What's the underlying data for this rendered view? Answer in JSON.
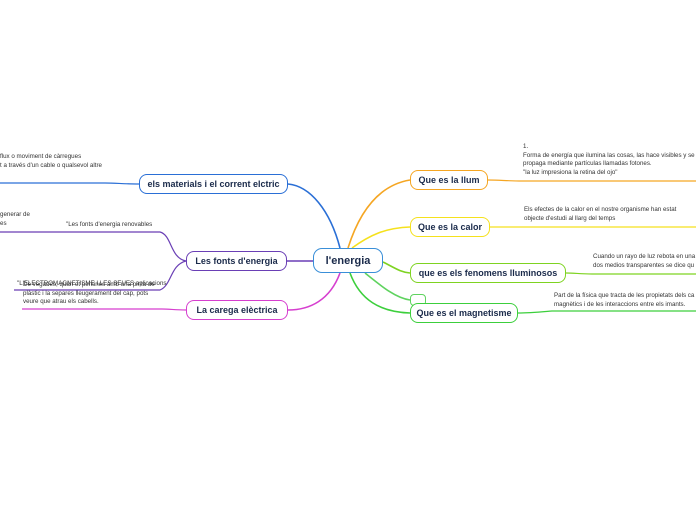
{
  "center": {
    "label": "l'energia",
    "color": "#3a8fd8"
  },
  "branches": [
    {
      "id": "llum",
      "label": "Que es la llum",
      "color": "#f5a623",
      "note": "1.\nForma de energía que ilumina las cosas, las hace visibles y se\npropaga mediante partículas llamadas fotones.\n\"la luz impresiona la retina del ojo\""
    },
    {
      "id": "calor",
      "label": "Que es la calor",
      "color": "#f5e11d",
      "note": "Els efectes de la calor en el nostre organisme han estat\nobjecte d'estudi al llarg del temps"
    },
    {
      "id": "fenomens",
      "label": "que es els fenomens lluminosos",
      "color": "#7ed321",
      "note": "Cuando un rayo de luz rebota en una\ndos medios transparentes se dice qu"
    },
    {
      "id": "empty",
      "label": "",
      "color": "#5fd35f",
      "note": ""
    },
    {
      "id": "magnetisme",
      "label": "Que es el magnetisme",
      "color": "#3ccf3c",
      "note": "Part de la física que tracta de les propietats dels ca\nmagnètics i de les interaccions entre els imants."
    },
    {
      "id": "materials",
      "label": "els materials i el corrent elctric",
      "color": "#2a6fd6",
      "note": "flux o moviment de càrregues\nt a través d'un cable o qualsevol altre"
    },
    {
      "id": "fonts",
      "label": "Les fonts d'energia",
      "color": "#6a3fb5",
      "note": "",
      "subs": [
        {
          "id": "renovables",
          "label": "\"Les fonts d'energia renovables",
          "note": "generar de\nes"
        },
        {
          "id": "electro",
          "label": "\"L'ELECTROMAGNETISME I LES SEUES aplicacions",
          "note": ""
        }
      ]
    },
    {
      "id": "carrega",
      "label": "La carega elèctrica",
      "color": "#d63fcf",
      "note": "De vegades, quan et pentines amb una pinta de\nplàstic i la separes lleugerament del cap, pots\nveure que atrau els cabells."
    }
  ]
}
